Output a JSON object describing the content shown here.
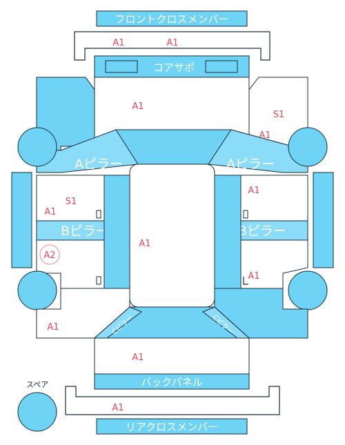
{
  "parts": {
    "front_cross_member": "フロントクロスメンバー",
    "core_support": "コアサポ",
    "a_pillar_left": "Aピラー",
    "a_pillar_right": "Aピラー",
    "b_pillar_left": "Bピラー",
    "b_pillar_right": "Bピラー",
    "c_pillar_left": "Cピラー",
    "c_pillar_right": "Cピラー",
    "back_panel": "バックパネル",
    "rear_cross_member": "リアクロスメンバー",
    "spare": "スペア"
  },
  "ratings": {
    "front_member_left": "A1",
    "front_member_right": "A1",
    "hood": "A1",
    "right_fender_top": "S1",
    "right_fender_bottom": "A1",
    "left_front_door_s": "S1",
    "left_front_door_a": "A1",
    "right_front_door": "A1",
    "roof": "A1",
    "left_rear_door": "A2",
    "right_rear_door": "A1",
    "left_quarter": "A1",
    "trunk": "A1",
    "rear_member": "A1"
  },
  "colors": {
    "panel_blue": "#6fd3f5",
    "rating_red": "#e8485a",
    "outline": "#1a2a3a"
  }
}
